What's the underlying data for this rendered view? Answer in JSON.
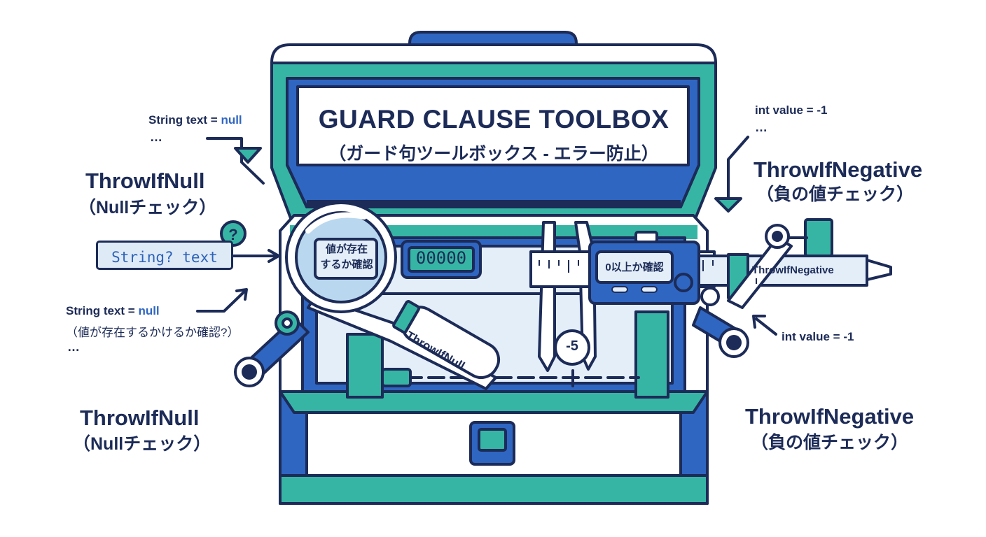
{
  "toolbox": {
    "title": "GUARD CLAUSE TOOLBOX",
    "subtitle": "（ガード句ツールボックス - エラー防止）"
  },
  "magnifier": {
    "lens_text_line1": "値が存在",
    "lens_text_line2": "するか確認",
    "handle_label": "ThrowIfNull",
    "display_value": "00000"
  },
  "caliper": {
    "display_text": "0以上か確認",
    "scale_label": "ThrowIfNegative",
    "measured_value": "-5"
  },
  "left": {
    "top_code_prefix": "String text = ",
    "top_code_null": "null",
    "top_dots": "…",
    "heading1": "ThrowIfNull",
    "heading1_sub": "（Nullチェック）",
    "code_box": "String? text",
    "help_glyph": "?",
    "mid_code_prefix": "String text = ",
    "mid_code_null": "null",
    "mid_code_note": "（値が存在するかけるか確認?）",
    "mid_dots": "…",
    "heading2": "ThrowIfNull",
    "heading2_sub": "（Nullチェック）"
  },
  "right": {
    "top_code": "int value = -1",
    "top_dots": "…",
    "heading1": "ThrowIfNegative",
    "heading1_sub": "（負の値チェック）",
    "mid_code": "int value = -1",
    "heading2": "ThrowIfNegative",
    "heading2_sub": "（負の値チェック）"
  },
  "colors": {
    "navy": "#1c2b57",
    "blue": "#2f66c2",
    "teal": "#37b5a4",
    "light": "#e3eef9"
  }
}
